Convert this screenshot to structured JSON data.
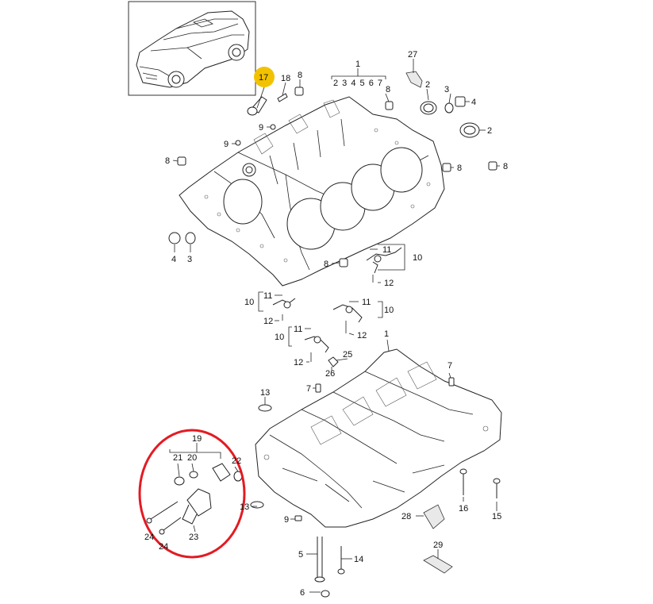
{
  "thumbnail": {
    "title": ""
  },
  "highlight": {
    "label": "17",
    "color": "#f2c200"
  },
  "circle_color": "#e31b23",
  "labels": {
    "l1_top": "1",
    "l1_top_sub": "2 3  4 5 6 7",
    "l27": "27",
    "l2_a": "2",
    "l3_a": "3",
    "l4_a": "4",
    "l2_b": "2",
    "l18": "18",
    "l8_a": "8",
    "l8_b": "8",
    "l8_c": "8",
    "l8_d": "8",
    "l9_a": "9",
    "l9_b": "9",
    "l4_b": "4",
    "l3_b": "3",
    "l11_a": "11",
    "l10_a": "10",
    "l12_a": "12",
    "l11_b": "11",
    "l10_b": "10",
    "l12_b": "12",
    "l11_c": "11",
    "l10_c": "10",
    "l12_c": "12",
    "l11_d": "11",
    "l10_d": "10",
    "l12_d": "12",
    "l25": "25",
    "l26": "26",
    "l1_bottom": "1",
    "l7_a": "7",
    "l7_b": "7",
    "l13_a": "13",
    "l13_b": "13",
    "l19": "19",
    "l21": "21",
    "l20": "20",
    "l22": "22",
    "l24_a": "24",
    "l24_b": "24",
    "l23": "23",
    "l16": "16",
    "l15": "15",
    "l28": "28",
    "l29": "29",
    "l5": "5",
    "l14": "14",
    "l6": "6"
  }
}
